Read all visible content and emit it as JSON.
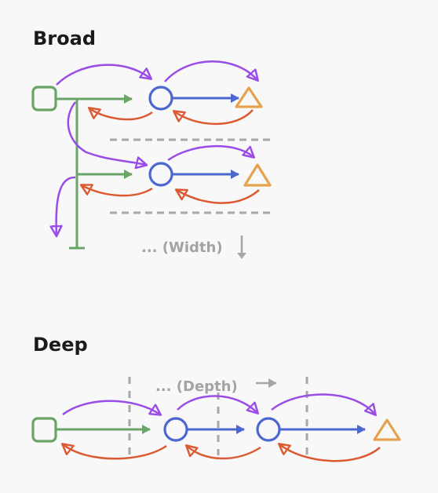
{
  "sections": {
    "broad": {
      "title": "Broad",
      "width_label": "... (Width)"
    },
    "deep": {
      "title": "Deep",
      "depth_label": "... (Depth)"
    }
  },
  "colors": {
    "green": "#6aa466",
    "blue": "#4d67d0",
    "orange": "#e5a24f",
    "purple": "#9a4de6",
    "red": "#dc5a32",
    "gray": "#a7a7a7"
  },
  "icons": [
    "square-node-icon",
    "circle-node-icon",
    "triangle-node-icon",
    "arrow-down-icon",
    "arrow-right-icon"
  ]
}
